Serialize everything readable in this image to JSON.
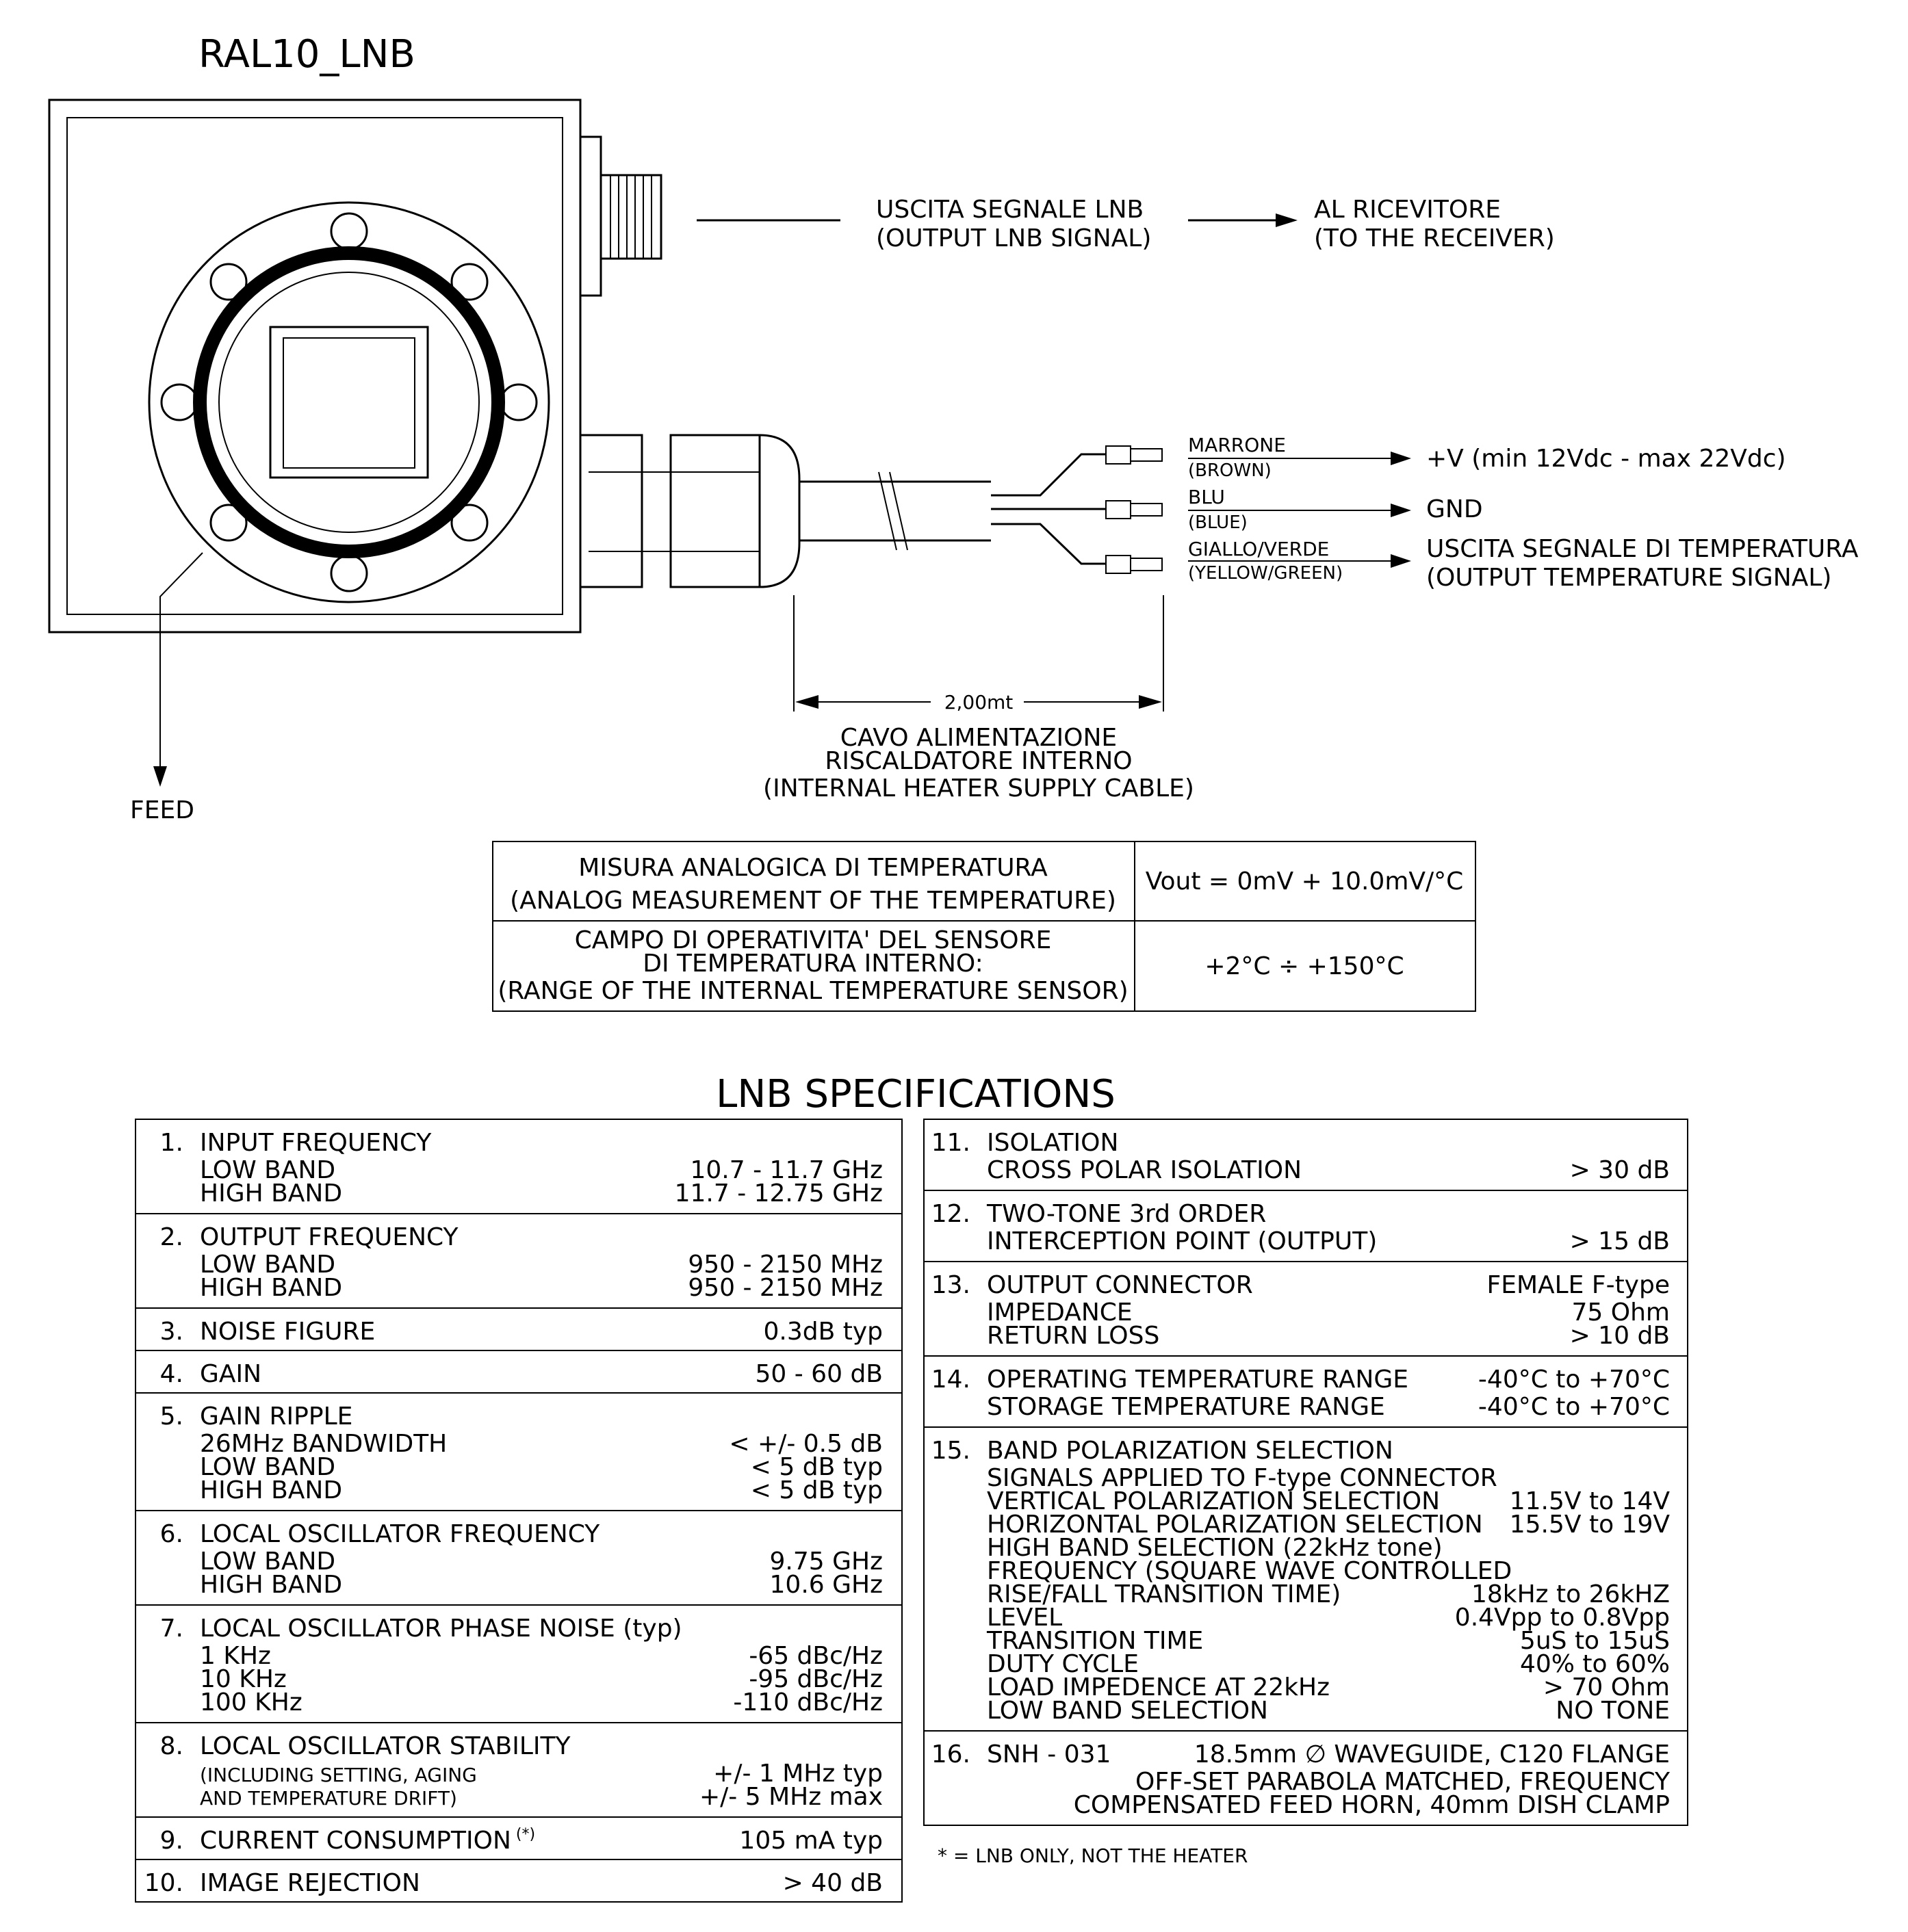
{
  "title": "RAL10_LNB",
  "output_signal": {
    "it": "USCITA SEGNALE LNB",
    "en": "(OUTPUT LNB SIGNAL)"
  },
  "to_receiver": {
    "it": "AL RICEVITORE",
    "en": "(TO THE RECEIVER)"
  },
  "wires": [
    {
      "color_it": "MARRONE",
      "color_en": "(BROWN)",
      "target": [
        "+V  (min 12Vdc - max 22Vdc)"
      ]
    },
    {
      "color_it": "BLU",
      "color_en": "(BLUE)",
      "target": [
        "GND"
      ]
    },
    {
      "color_it": "GIALLO/VERDE",
      "color_en": "(YELLOW/GREEN)",
      "target": [
        "USCITA SEGNALE DI TEMPERATURA",
        "(OUTPUT TEMPERATURE SIGNAL)"
      ]
    }
  ],
  "dimension_label": "2,00mt",
  "cable_caption": [
    "CAVO ALIMENTAZIONE",
    "RISCALDATORE INTERNO",
    "(INTERNAL HEATER SUPPLY CABLE)"
  ],
  "feed_label": "FEED",
  "sensor_table": [
    {
      "label": [
        "MISURA ANALOGICA DI TEMPERATURA",
        "(ANALOG MEASUREMENT OF THE TEMPERATURE)"
      ],
      "value": "Vout = 0mV + 10.0mV/°C"
    },
    {
      "label": [
        "CAMPO DI OPERATIVITA' DEL SENSORE",
        "DI TEMPERATURA INTERNO:",
        "(RANGE OF THE INTERNAL TEMPERATURE SENSOR)"
      ],
      "value": "+2°C ÷ +150°C"
    }
  ],
  "spec_title": "LNB SPECIFICATIONS",
  "specs_left": [
    {
      "num": "1.",
      "title": "INPUT FREQUENCY",
      "rows": [
        [
          "LOW BAND",
          "10.7 - 11.7 GHz"
        ],
        [
          "HIGH BAND",
          "11.7 - 12.75 GHz"
        ]
      ]
    },
    {
      "num": "2.",
      "title": "OUTPUT FREQUENCY",
      "rows": [
        [
          "LOW BAND",
          "950 - 2150 MHz"
        ],
        [
          "HIGH BAND",
          "950 - 2150 MHz"
        ]
      ]
    },
    {
      "num": "3.",
      "title": "NOISE FIGURE",
      "value": "0.3dB typ",
      "rows": []
    },
    {
      "num": "4.",
      "title": "GAIN",
      "value": "50 - 60 dB",
      "rows": []
    },
    {
      "num": "5.",
      "title": "GAIN RIPPLE",
      "rows": [
        [
          "26MHz BANDWIDTH",
          "< +/- 0.5 dB"
        ],
        [
          "LOW BAND",
          "< 5 dB typ"
        ],
        [
          "HIGH BAND",
          "< 5 dB typ"
        ]
      ]
    },
    {
      "num": "6.",
      "title": "LOCAL OSCILLATOR FREQUENCY",
      "rows": [
        [
          "LOW BAND",
          "9.75 GHz"
        ],
        [
          "HIGH BAND",
          "10.6 GHz"
        ]
      ]
    },
    {
      "num": "7.",
      "title": "LOCAL OSCILLATOR PHASE NOISE (typ)",
      "rows": [
        [
          "1 KHz",
          "-65 dBc/Hz"
        ],
        [
          "10 KHz",
          "-95 dBc/Hz"
        ],
        [
          "100 KHz",
          "-110 dBc/Hz"
        ]
      ]
    },
    {
      "num": "8.",
      "title": "LOCAL OSCILLATOR STABILITY",
      "small": true,
      "rows": [
        [
          "(INCLUDING SETTING, AGING",
          "+/- 1 MHz typ"
        ],
        [
          "AND TEMPERATURE DRIFT)",
          "+/- 5 MHz max"
        ]
      ]
    },
    {
      "num": "9.",
      "title": "CURRENT CONSUMPTION",
      "note": "(*)",
      "value": "105 mA typ",
      "rows": []
    },
    {
      "num": "10.",
      "title": "IMAGE REJECTION",
      "value": "> 40 dB",
      "rows": []
    }
  ],
  "specs_right": [
    {
      "num": "11.",
      "title": "ISOLATION",
      "rows": [
        [
          "CROSS POLAR ISOLATION",
          "> 30 dB"
        ]
      ]
    },
    {
      "num": "12.",
      "title": "TWO-TONE 3rd ORDER",
      "rows": [
        [
          "INTERCEPTION POINT (OUTPUT)",
          "> 15 dB"
        ]
      ]
    },
    {
      "num": "13.",
      "title": "OUTPUT CONNECTOR",
      "value": "FEMALE F-type",
      "rows": [
        [
          "IMPEDANCE",
          "75 Ohm"
        ],
        [
          "RETURN LOSS",
          "> 10 dB"
        ]
      ]
    },
    {
      "num": "14.",
      "title": "OPERATING TEMPERATURE RANGE",
      "value": "-40°C to +70°C",
      "rows": [
        [
          "STORAGE TEMPERATURE RANGE",
          "-40°C to +70°C"
        ]
      ]
    },
    {
      "num": "15.",
      "title": "BAND POLARIZATION SELECTION",
      "rows": [
        [
          "SIGNALS APPLIED TO F-type CONNECTOR",
          ""
        ],
        [
          "VERTICAL POLARIZATION SELECTION",
          "11.5V to 14V"
        ],
        [
          "HORIZONTAL POLARIZATION SELECTION",
          "15.5V to 19V"
        ],
        [
          "HIGH BAND SELECTION (22kHz tone)",
          ""
        ],
        [
          "FREQUENCY (SQUARE WAVE CONTROLLED",
          ""
        ],
        [
          "RISE/FALL TRANSITION TIME)",
          "18kHz to 26kHZ"
        ],
        [
          "LEVEL",
          "0.4Vpp to 0.8Vpp"
        ],
        [
          "TRANSITION TIME",
          "5uS to 15uS"
        ],
        [
          "DUTY CYCLE",
          "40% to 60%"
        ],
        [
          "LOAD IMPEDENCE AT 22kHz",
          "> 70 Ohm"
        ],
        [
          "LOW BAND SELECTION",
          "NO TONE"
        ]
      ]
    },
    {
      "num": "16.",
      "title": "SNH - 031",
      "value": "18.5mm ∅ WAVEGUIDE, C120 FLANGE",
      "rows": [
        [
          "",
          "OFF-SET PARABOLA MATCHED, FREQUENCY"
        ],
        [
          "",
          "COMPENSATED FEED HORN, 40mm DISH CLAMP"
        ]
      ]
    }
  ],
  "footnote": "* = LNB ONLY, NOT THE HEATER"
}
